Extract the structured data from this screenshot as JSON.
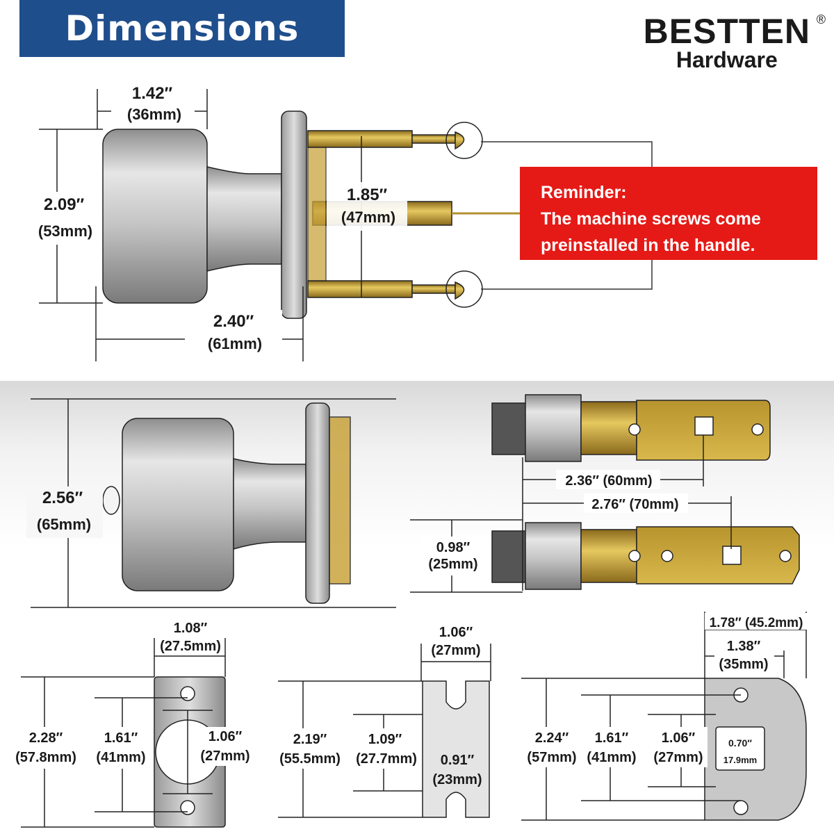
{
  "title": "Dimensions",
  "brand": {
    "name": "BESTTEN",
    "mark": "®",
    "subtitle": "Hardware"
  },
  "reminder": {
    "heading": "Reminder:",
    "line1": "The machine screws come",
    "line2": "preinstalled in the handle."
  },
  "knob": {
    "knob_width": "1.42″",
    "knob_width_mm": "(36mm)",
    "knob_height": "2.09″",
    "knob_height_mm": "(53mm)",
    "screw_spacing": "1.85″",
    "screw_spacing_mm": "(47mm)",
    "overall_length": "2.40″",
    "overall_length_mm": "(61mm)"
  },
  "deadbolt": {
    "height": "2.56″",
    "height_mm": "(65mm)"
  },
  "latch": {
    "backset_short": "2.36″ (60mm)",
    "backset_long": "2.76″ (70mm)",
    "bolt_height": "0.98″",
    "bolt_height_mm": "(25mm)"
  },
  "plate1": {
    "width": "1.08″",
    "width_mm": "(27.5mm)",
    "height": "2.28″",
    "height_mm": "(57.8mm)",
    "hole_spacing": "1.61″",
    "hole_spacing_mm": "(41mm)",
    "bore": "1.06″",
    "bore_mm": "(27mm)"
  },
  "plate2": {
    "width": "1.06″",
    "width_mm": "(27mm)",
    "height": "2.19″",
    "height_mm": "(55.5mm)",
    "slot": "1.09″",
    "slot_mm": "(27.7mm)",
    "opening": "0.91″",
    "opening_mm": "(23mm)"
  },
  "plate3": {
    "outer_width": "1.78″ (45.2mm)",
    "inner_width": "1.38″",
    "inner_width_mm": "(35mm)",
    "height": "2.24″",
    "height_mm": "(57mm)",
    "hole_spacing": "1.61″",
    "hole_spacing_mm": "(41mm)",
    "opening": "1.06″",
    "opening_mm": "(27mm)",
    "slot": "0.70″",
    "slot_mm": "17.9mm"
  },
  "colors": {
    "banner": "#1f4e8c",
    "reminder": "#e51a16",
    "brass": "#c9a43e",
    "nickel": "#b9b9b9"
  }
}
